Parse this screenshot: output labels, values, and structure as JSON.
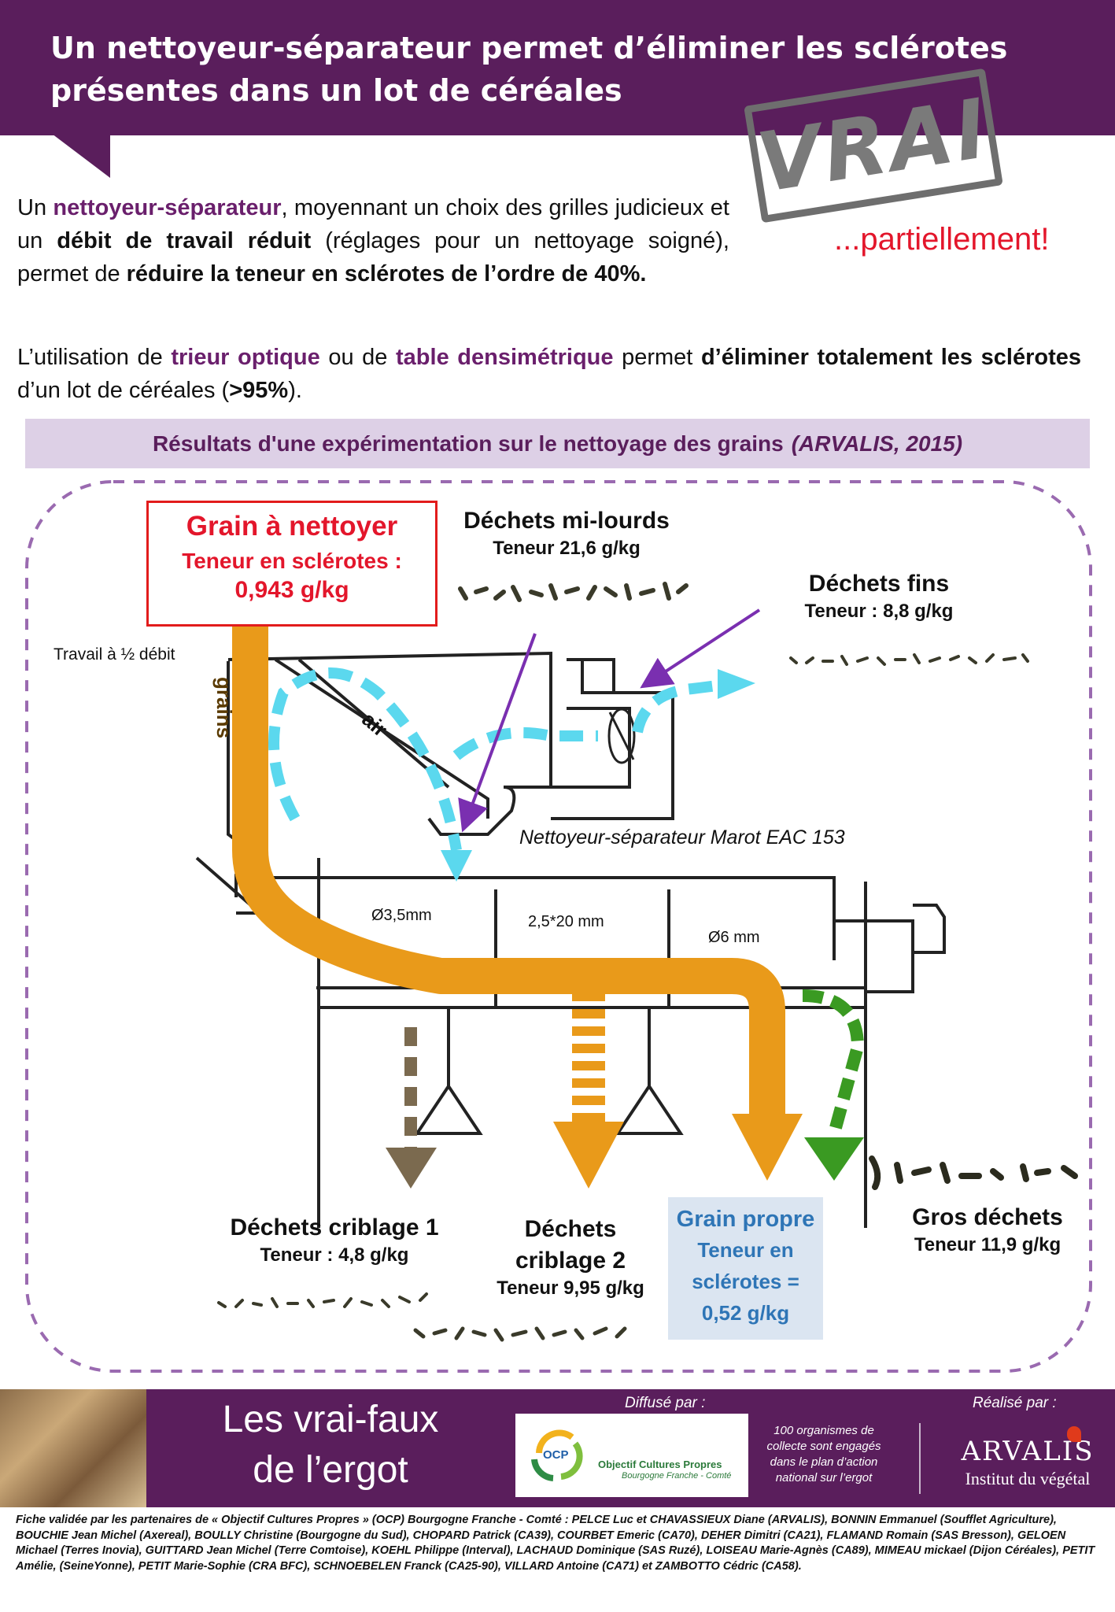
{
  "header": {
    "title": "Un nettoyeur-séparateur permet d’éliminer les sclérotes présentes dans un lot de céréales"
  },
  "stamp": {
    "label": "VRAI",
    "sub": "...partiellement!"
  },
  "intro": {
    "p1_a": "Un ",
    "p1_b": "nettoyeur-séparateur",
    "p1_c": ", moyennant un choix des grilles judicieux et un ",
    "p1_d": "débit de travail réduit",
    "p1_e": " (réglages pour un nettoyage soigné), permet de ",
    "p1_f": "réduire la teneur en sclérotes de l’ordre de 40%.",
    "p2_a": "L’utilisation de ",
    "p2_b": "trieur optique",
    "p2_c": " ou de ",
    "p2_d": "table densimétrique",
    "p2_e": " permet ",
    "p2_f": "d’éliminer totalement les sclérotes",
    "p2_g": " d’un lot de céréales (",
    "p2_h": ">95%",
    "p2_i": ")."
  },
  "results": {
    "title": "Résultats d'une expérimentation sur le nettoyage des grains",
    "source": "(ARVALIS, 2015)"
  },
  "diagram": {
    "input": {
      "name": "Grain à nettoyer",
      "label": "Teneur en sclérotes :",
      "value": "0,943 g/kg"
    },
    "work_rate": "Travail à ½ débit",
    "flow_grains": "grains",
    "flow_air": "air",
    "machine": "Nettoyeur-séparateur Marot EAC 153",
    "sieves": [
      "Ø3,5mm",
      "2,5*20 mm",
      "Ø6 mm"
    ],
    "outputs": {
      "mi_lourds": {
        "name": "Déchets mi-lourds",
        "value": "Teneur 21,6 g/kg"
      },
      "fins": {
        "name": "Déchets fins",
        "value": "Teneur : 8,8 g/kg"
      },
      "criblage1": {
        "name": "Déchets criblage 1",
        "value": "Teneur : 4,8 g/kg"
      },
      "criblage2_l1": "Déchets",
      "criblage2_l2": "criblage 2",
      "criblage2_value": "Teneur 9,95 g/kg",
      "propre": {
        "name": "Grain propre",
        "v1": "Teneur en",
        "v2": "sclérotes =",
        "v3": "0,52 g/kg"
      },
      "gros": {
        "name": "Gros déchets",
        "value": "Teneur 11,9 g/kg"
      }
    },
    "colors": {
      "grain": "#e99a1a",
      "air": "#5bd8ee",
      "gros": "#3a9a22",
      "crib1": "#7b6a4f",
      "pointer": "#7a2fb0"
    }
  },
  "footer": {
    "title_l1": "Les vrai-faux",
    "title_l2": "de l’ergot",
    "diffuse": "Diffusé par :",
    "realise": "Réalisé par :",
    "ocp_badge": "OCP",
    "ocp_name": "Objectif Cultures Propres",
    "ocp_region": "Bourgogne Franche - Comté",
    "engage": "100 organismes de collecte sont engagés dans le plan d’action national sur l’ergot",
    "arvalis": "ARVALIS",
    "arvalis_sub": "Institut du végétal"
  },
  "credits": "Fiche validée par les partenaires de « Objectif Cultures Propres » (OCP) Bourgogne Franche - Comté : PELCE Luc et CHAVASSIEUX Diane (ARVALIS), BONNIN Emmanuel (Soufflet Agriculture), BOUCHIE Jean Michel (Axereal), BOULLY Christine (Bourgogne du Sud), CHOPARD Patrick (CA39), COURBET Emeric (CA70), DEHER Dimitri (CA21), FLAMAND Romain (SAS Bresson), GELOEN Michael (Terres Inovia), GUITTARD Jean Michel (Terre Comtoise), KOEHL Philippe (Interval), LACHAUD Dominique (SAS Ruzé), LOISEAU Marie-Agnès (CA89), MIMEAU mickael (Dijon Céréales), PETIT Amélie, (SeineYonne), PETIT Marie-Sophie (CRA BFC), SCHNOEBELEN Franck (CA25-90), VILLARD Antoine (CA71) et ZAMBOTTO Cédric (CA58)."
}
